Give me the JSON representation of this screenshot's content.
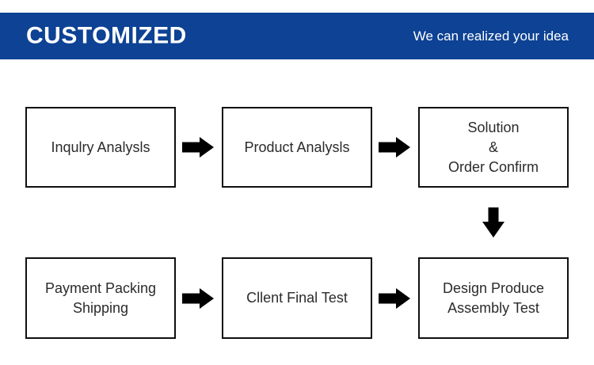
{
  "header": {
    "title": "CUSTOMIZED",
    "tagline": "We can realized your idea",
    "bg_color": "#0d4294",
    "text_color": "#ffffff"
  },
  "flowchart": {
    "box_border_color": "#0f0f0f",
    "arrow_color": "#000000",
    "rows": [
      {
        "boxes": [
          {
            "lines": [
              "Inqulry Analysls"
            ]
          },
          {
            "lines": [
              "Product Analysls"
            ]
          },
          {
            "lines": [
              "Solution",
              "&",
              "Order Confirm"
            ]
          }
        ]
      },
      {
        "boxes": [
          {
            "lines": [
              "Payment Packing",
              "Shipping"
            ]
          },
          {
            "lines": [
              "Cllent Final Test"
            ]
          },
          {
            "lines": [
              "Design Produce",
              "Assembly Test"
            ]
          }
        ]
      }
    ]
  }
}
